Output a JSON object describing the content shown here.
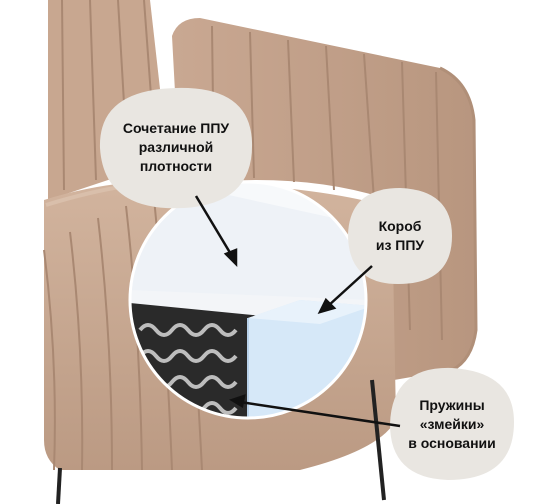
{
  "image": {
    "subject": "armchair-foam-cutaway",
    "colors": {
      "upholstery": "#c4a38b",
      "upholstery_shadow": "#a98872",
      "upholstery_highlight": "#d4b7a1",
      "foam_box": "#d6e8f8",
      "foam_white": "#f2f5f8",
      "springs_bg": "#2a2a2a",
      "bubble": "#e9e6e1",
      "label_text": "#111111",
      "leader_line": "#111111"
    }
  },
  "callouts": {
    "foam_combination": {
      "text": "Сочетание ППУ\nразличной\nплотности"
    },
    "foam_box": {
      "text": "Короб\nиз ППУ"
    },
    "springs": {
      "text": "Пружины\n«змейки»\nв основании"
    }
  }
}
